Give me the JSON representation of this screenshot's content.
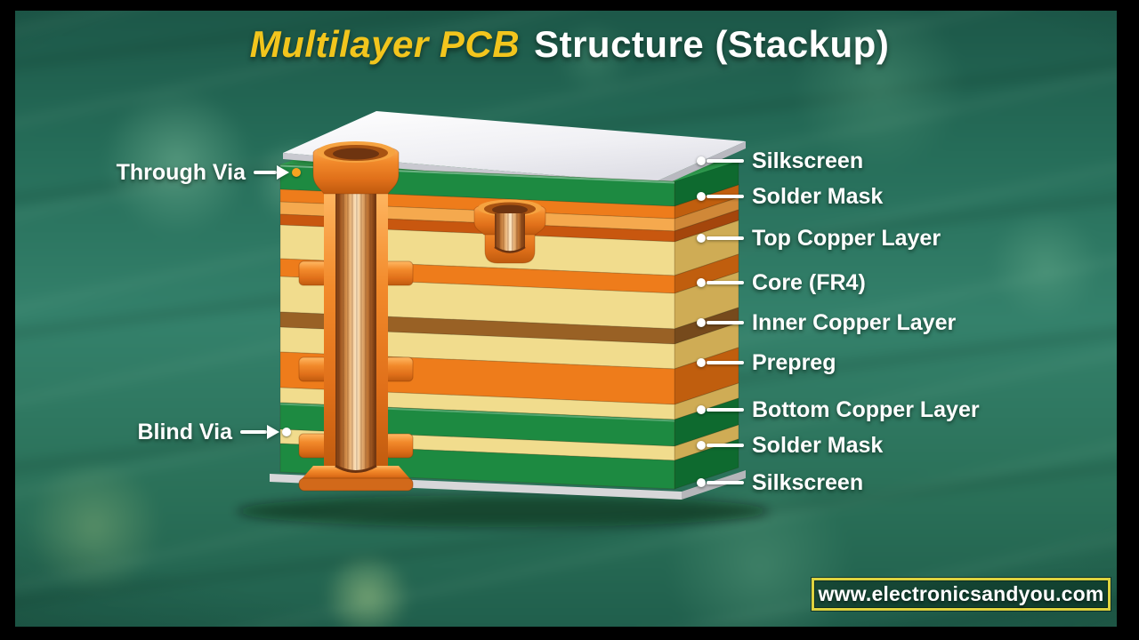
{
  "title": {
    "highlight": "Multilayer PCB",
    "rest": "Structure (Stackup)"
  },
  "annotations": {
    "left": [
      {
        "label": "Through Via",
        "marker_color": "#f5a321"
      },
      {
        "label": "Blind Via",
        "marker_color": "#ffffff"
      }
    ],
    "right": [
      "Silkscreen",
      "Solder Mask",
      "Top Copper Layer",
      "Core (FR4)",
      "Inner Copper Layer",
      "Prepreg",
      "Bottom Copper Layer",
      "Solder Mask",
      "Silkscreen"
    ]
  },
  "footer": {
    "website": "www.electronicsandyou.com"
  },
  "palette": {
    "title_highlight": "#f2c51d",
    "title_rest": "#ffffff",
    "label_text": "#ffffff",
    "url_border": "#ded33f",
    "background_green": "#2a7058",
    "solder_mask_green": "#1d8a41",
    "copper_orange": "#ee7c1b",
    "core_yellow": "#f1dc8d",
    "inner_copper_brown": "#996125",
    "prepreg_light_orange": "#f5a94e",
    "silkscreen_white": "#f4f4f6",
    "via_copper": "#f6d0a0"
  }
}
